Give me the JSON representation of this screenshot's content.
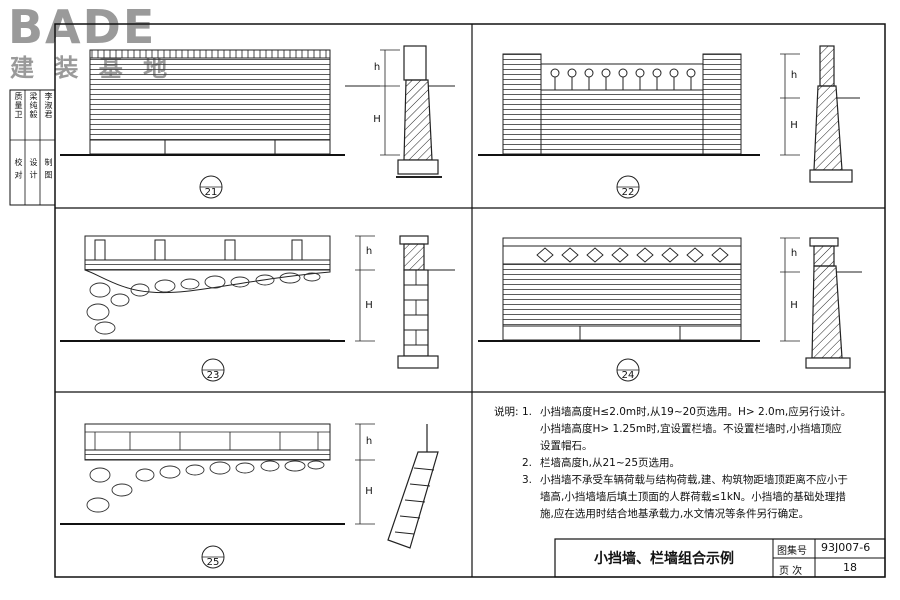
{
  "logo": {
    "main": "BADE",
    "sub": "建 装 基 地"
  },
  "side_labels": [
    "质量卫",
    "梁纯毅",
    "李淑君",
    "校 对",
    "设 计",
    "制 图"
  ],
  "details": [
    {
      "id": "detail-21",
      "number": "21"
    },
    {
      "id": "detail-22",
      "number": "22"
    },
    {
      "id": "detail-23",
      "number": "23"
    },
    {
      "id": "detail-24",
      "number": "24"
    },
    {
      "id": "detail-25",
      "number": "25"
    }
  ],
  "dimension_labels": {
    "h": "h",
    "H": "H"
  },
  "notes": {
    "prefix": "说明:",
    "items": [
      {
        "num": "1.",
        "lines": [
          "小挡墙高度H≤2.0m时,从19~20页选用。H> 2.0m,应另行设计。",
          "小挡墙高度H> 1.25m时,宜设置栏墙。不设置栏墙时,小挡墙顶应",
          "设置帽石。"
        ]
      },
      {
        "num": "2.",
        "lines": [
          "栏墙高度h,从21~25页选用。"
        ]
      },
      {
        "num": "3.",
        "lines": [
          "小挡墙不承受车辆荷载与结构荷载,建、构筑物距墙顶距离不应小于",
          "墙高,小挡墙墙后填土顶面的人群荷载≤1kN。小挡墙的基础处理措",
          "施,应在选用时结合地基承载力,水文情况等条件另行确定。"
        ]
      }
    ]
  },
  "title_block": {
    "title": "小挡墙、栏墙组合示例",
    "atlas_label": "图集号",
    "atlas_value": "93J007-6",
    "page_label": "页 次",
    "page_value": "18"
  }
}
